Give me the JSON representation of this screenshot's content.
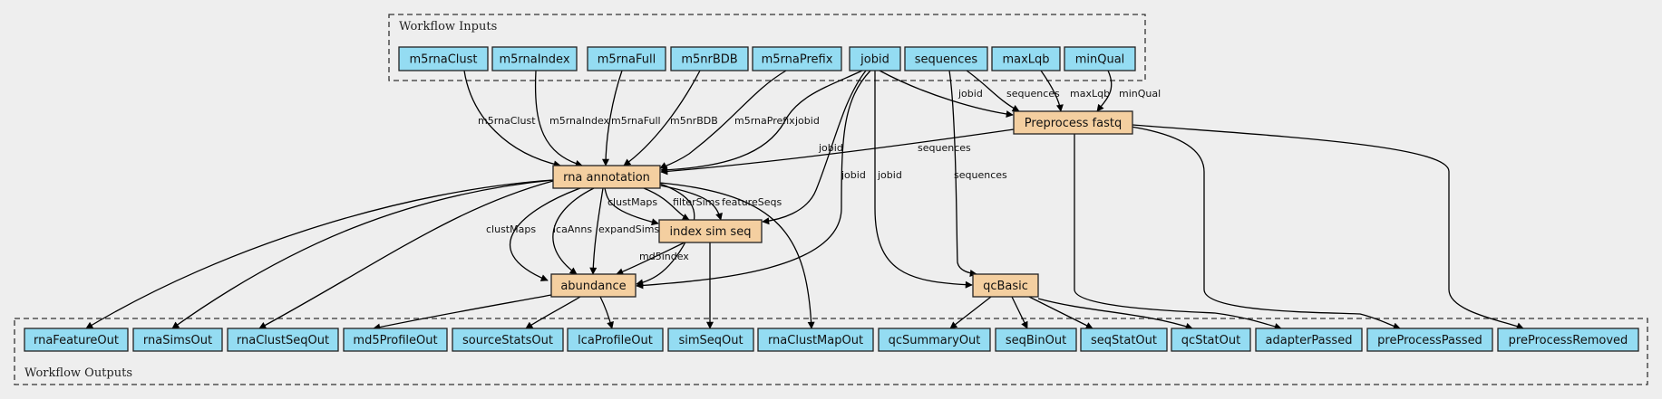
{
  "clusters": {
    "inputs": {
      "label": "Workflow Inputs"
    },
    "outputs": {
      "label": "Workflow Outputs"
    }
  },
  "inputs": [
    {
      "id": "m5rnaClust",
      "label": "m5rnaClust"
    },
    {
      "id": "m5rnaIndex",
      "label": "m5rnaIndex"
    },
    {
      "id": "m5rnaFull",
      "label": "m5rnaFull"
    },
    {
      "id": "m5nrBDB",
      "label": "m5nrBDB"
    },
    {
      "id": "m5rnaPrefix",
      "label": "m5rnaPrefix"
    },
    {
      "id": "jobid",
      "label": "jobid"
    },
    {
      "id": "sequences",
      "label": "sequences"
    },
    {
      "id": "maxLqb",
      "label": "maxLqb"
    },
    {
      "id": "minQual",
      "label": "minQual"
    }
  ],
  "steps": [
    {
      "id": "preprocess",
      "label": "Preprocess fastq"
    },
    {
      "id": "rnaannotation",
      "label": "rna annotation"
    },
    {
      "id": "indexsimseq",
      "label": "index sim seq"
    },
    {
      "id": "abundance",
      "label": "abundance"
    },
    {
      "id": "qcbasic",
      "label": "qcBasic"
    }
  ],
  "outputs": [
    {
      "id": "rnaFeatureOut",
      "label": "rnaFeatureOut"
    },
    {
      "id": "rnaSimsOut",
      "label": "rnaSimsOut"
    },
    {
      "id": "rnaClustSeqOut",
      "label": "rnaClustSeqOut"
    },
    {
      "id": "md5ProfileOut",
      "label": "md5ProfileOut"
    },
    {
      "id": "sourceStatsOut",
      "label": "sourceStatsOut"
    },
    {
      "id": "lcaProfileOut",
      "label": "lcaProfileOut"
    },
    {
      "id": "simSeqOut",
      "label": "simSeqOut"
    },
    {
      "id": "rnaClustMapOut",
      "label": "rnaClustMapOut"
    },
    {
      "id": "qcSummaryOut",
      "label": "qcSummaryOut"
    },
    {
      "id": "seqBinOut",
      "label": "seqBinOut"
    },
    {
      "id": "seqStatOut",
      "label": "seqStatOut"
    },
    {
      "id": "qcStatOut",
      "label": "qcStatOut"
    },
    {
      "id": "adapterPassed",
      "label": "adapterPassed"
    },
    {
      "id": "preProcessPassed",
      "label": "preProcessPassed"
    },
    {
      "id": "preProcessRemoved",
      "label": "preProcessRemoved"
    }
  ],
  "edges": [
    {
      "from": "m5rnaClust",
      "to": "rnaannotation",
      "label": "m5rnaClust"
    },
    {
      "from": "m5rnaIndex",
      "to": "rnaannotation",
      "label": "m5rnaIndex"
    },
    {
      "from": "m5rnaFull",
      "to": "rnaannotation",
      "label": "m5rnaFull"
    },
    {
      "from": "m5nrBDB",
      "to": "rnaannotation",
      "label": "m5nrBDB"
    },
    {
      "from": "m5rnaPrefix",
      "to": "rnaannotation",
      "label": "m5rnaPrefix"
    },
    {
      "from": "jobid",
      "to": "rnaannotation",
      "label": "jobid"
    },
    {
      "from": "jobid",
      "to": "indexsimseq",
      "label": "jobid"
    },
    {
      "from": "jobid",
      "to": "abundance",
      "label": "jobid"
    },
    {
      "from": "jobid",
      "to": "qcbasic",
      "label": "jobid"
    },
    {
      "from": "jobid",
      "to": "preprocess",
      "label": "jobid"
    },
    {
      "from": "sequences",
      "to": "preprocess",
      "label": "sequences"
    },
    {
      "from": "sequences",
      "to": "qcbasic",
      "label": "sequences"
    },
    {
      "from": "maxLqb",
      "to": "preprocess",
      "label": "maxLqb"
    },
    {
      "from": "minQual",
      "to": "preprocess",
      "label": "minQual"
    },
    {
      "from": "preprocess",
      "to": "rnaannotation",
      "label": "sequences"
    },
    {
      "from": "rnaannotation",
      "to": "indexsimseq",
      "label": "clustMaps"
    },
    {
      "from": "rnaannotation",
      "to": "indexsimseq",
      "label": "filterSims"
    },
    {
      "from": "rnaannotation",
      "to": "indexsimseq",
      "label": "featureSeqs"
    },
    {
      "from": "rnaannotation",
      "to": "abundance",
      "label": "clustMaps"
    },
    {
      "from": "rnaannotation",
      "to": "abundance",
      "label": "lcaAnns"
    },
    {
      "from": "rnaannotation",
      "to": "abundance",
      "label": "expandSims"
    },
    {
      "from": "rnaannotation",
      "to": "abundance",
      "label": "filterSims"
    },
    {
      "from": "indexsimseq",
      "to": "abundance",
      "label": "md5index"
    },
    {
      "from": "rnaannotation",
      "to": "rnaFeatureOut",
      "label": ""
    },
    {
      "from": "rnaannotation",
      "to": "rnaSimsOut",
      "label": ""
    },
    {
      "from": "rnaannotation",
      "to": "rnaClustSeqOut",
      "label": ""
    },
    {
      "from": "rnaannotation",
      "to": "rnaClustMapOut",
      "label": ""
    },
    {
      "from": "abundance",
      "to": "md5ProfileOut",
      "label": ""
    },
    {
      "from": "abundance",
      "to": "sourceStatsOut",
      "label": ""
    },
    {
      "from": "abundance",
      "to": "lcaProfileOut",
      "label": ""
    },
    {
      "from": "indexsimseq",
      "to": "simSeqOut",
      "label": ""
    },
    {
      "from": "qcbasic",
      "to": "qcSummaryOut",
      "label": ""
    },
    {
      "from": "qcbasic",
      "to": "seqBinOut",
      "label": ""
    },
    {
      "from": "qcbasic",
      "to": "seqStatOut",
      "label": ""
    },
    {
      "from": "qcbasic",
      "to": "qcStatOut",
      "label": ""
    },
    {
      "from": "preprocess",
      "to": "adapterPassed",
      "label": ""
    },
    {
      "from": "preprocess",
      "to": "preProcessPassed",
      "label": ""
    },
    {
      "from": "preprocess",
      "to": "preProcessRemoved",
      "label": ""
    }
  ]
}
